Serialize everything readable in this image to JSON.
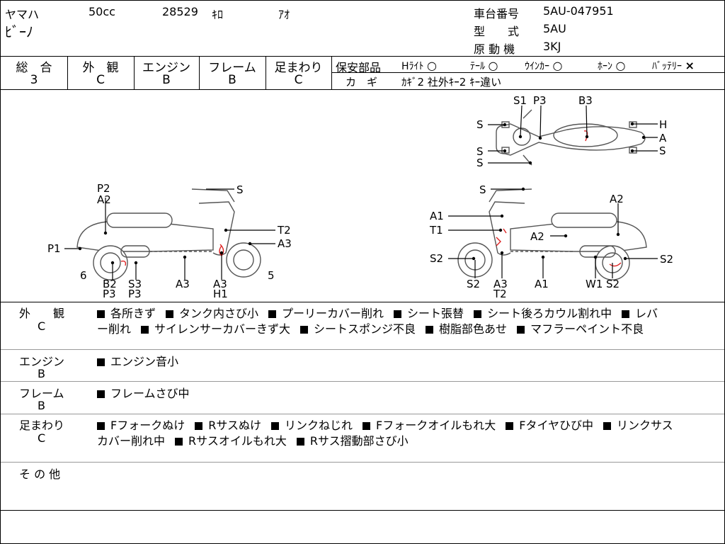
{
  "header": {
    "maker": "ヤマハ",
    "displacement": "50cc",
    "mileage": "28529",
    "mileage_unit": "ｷﾛ",
    "color": "ｱｵ",
    "model_name": "ﾋﾞｰﾉ",
    "frame_no_label": "車台番号",
    "frame_no": "5AU-047951",
    "type_label": "型　　式",
    "type_value": "5AU",
    "engine_label": "原 動 機",
    "engine_value": "3KJ"
  },
  "grades": [
    {
      "label": "総　合",
      "value": "3"
    },
    {
      "label": "外　観",
      "value": "C"
    },
    {
      "label": "エンジン",
      "value": "B"
    },
    {
      "label": "フレーム",
      "value": "B"
    },
    {
      "label": "足まわり",
      "value": "C"
    }
  ],
  "safety": {
    "label": "保安部品",
    "items": [
      {
        "name": "Hﾗｲﾄ",
        "mark": "○"
      },
      {
        "name": "ﾃｰﾙ",
        "mark": "○"
      },
      {
        "name": "ｳｲﾝｶｰ",
        "mark": "○"
      },
      {
        "name": "ﾎｰﾝ",
        "mark": "○"
      },
      {
        "name": "ﾊﾞｯﾃﾘｰ",
        "mark": "×"
      }
    ],
    "keys_label": "カ　ギ",
    "keys_value": "ｶｷﾞ2 社外ｷｰ2 ｷｰ違い"
  },
  "diagram_labels": {
    "top_view": [
      "S1",
      "P3",
      "B3",
      "S",
      "H",
      "A",
      "S",
      "S",
      "S"
    ],
    "left_view": [
      "P2",
      "A2",
      "S",
      "T2",
      "A3",
      "P1",
      "6",
      "5",
      "B2",
      "P3",
      "S3",
      "P3",
      "A3",
      "A3",
      "H1"
    ],
    "right_view": [
      "S",
      "A2",
      "A1",
      "T1",
      "A2",
      "S2",
      "S2",
      "S2",
      "A3",
      "T2",
      "A1",
      "W1",
      "S2"
    ]
  },
  "sections": [
    {
      "label": "外　　観",
      "grade": "C",
      "lines": [
        [
          "各所きず",
          "タンク内さび小",
          "プーリーカバー削れ",
          "シート張替",
          "シート後ろカウル割れ中",
          "レバ"
        ],
        [
          "ー削れ",
          "サイレンサーカバーきず大",
          "シートスポンジ不良",
          "樹脂部色あせ",
          "マフラーペイント不良"
        ]
      ],
      "line_starts_with_box": [
        true,
        false
      ]
    },
    {
      "label": "エンジン",
      "grade": "B",
      "lines": [
        [
          "エンジン音小"
        ]
      ],
      "line_starts_with_box": [
        true
      ]
    },
    {
      "label": "フレーム",
      "grade": "B",
      "lines": [
        [
          "フレームさび中"
        ]
      ],
      "line_starts_with_box": [
        true
      ]
    },
    {
      "label": "足まわり",
      "grade": "C",
      "lines": [
        [
          "Fフォークぬけ",
          "Rサスぬけ",
          "リンクねじれ",
          "Fフォークオイルもれ大",
          "Fタイヤひび中",
          "リンクサス"
        ],
        [
          "カバー削れ中",
          "Rサスオイルもれ大",
          "Rサス摺動部さび小"
        ]
      ],
      "line_starts_with_box": [
        true,
        false
      ]
    },
    {
      "label": "そ の 他",
      "grade": "",
      "lines": [],
      "line_starts_with_box": []
    }
  ]
}
